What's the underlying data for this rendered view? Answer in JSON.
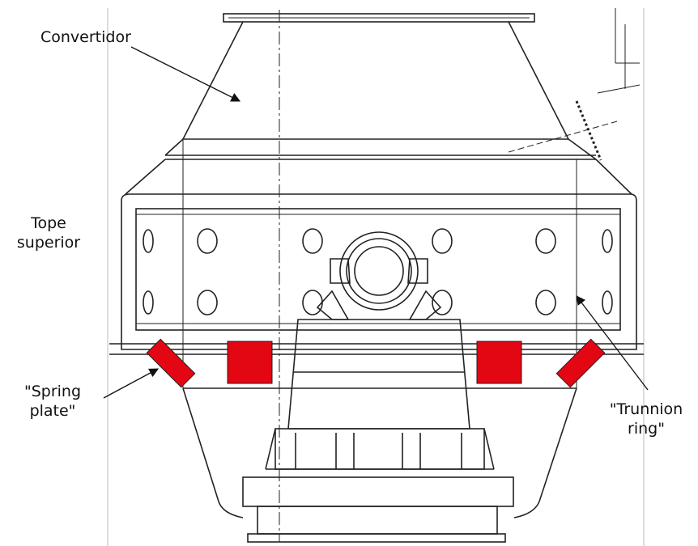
{
  "labels": {
    "convertidor": "Convertidor",
    "tope_line1": "Tope",
    "tope_line2": "superior",
    "spring_line1": "\"Spring",
    "spring_line2": "plate\"",
    "trunnion_line1": "\"Trunnion",
    "trunnion_line2": "ring\""
  },
  "colors": {
    "line": "#222222",
    "marker_fill": "#e30613",
    "background": "#ffffff"
  }
}
